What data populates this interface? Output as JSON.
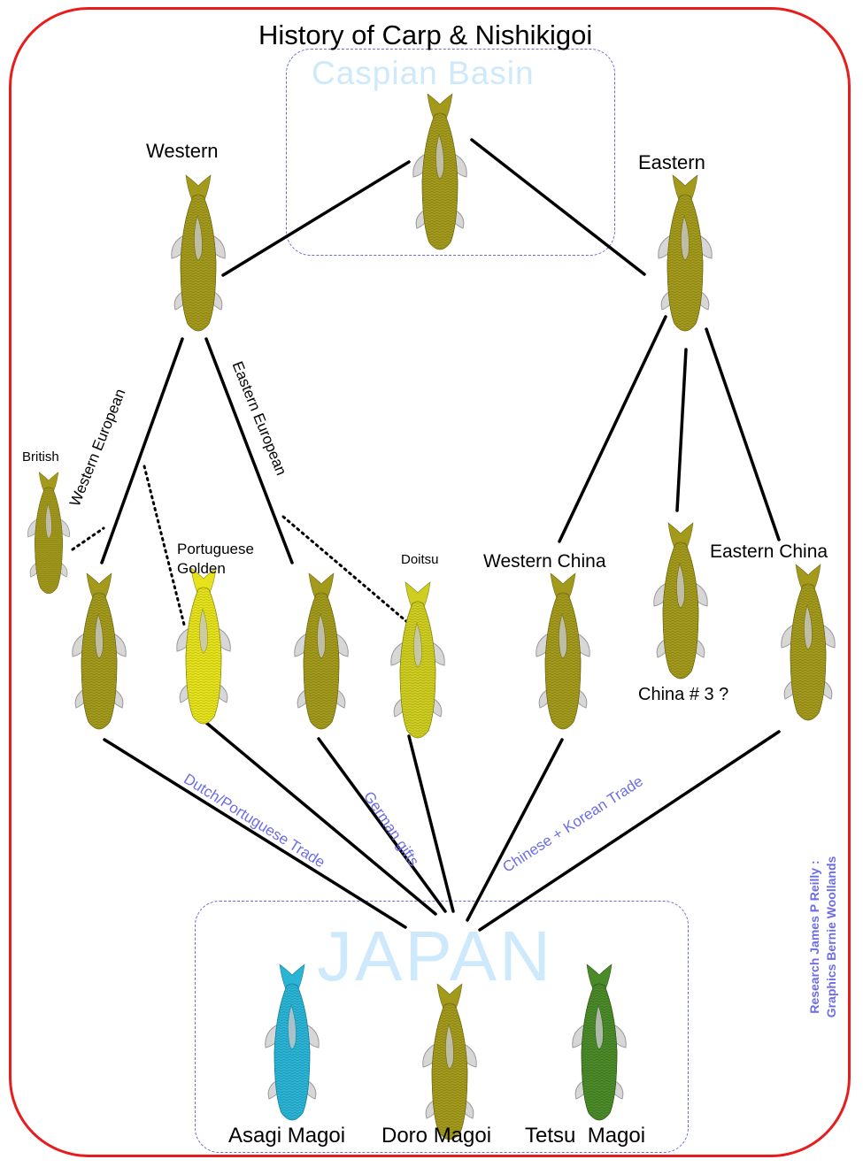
{
  "title": "History of Carp & Nishikigoi",
  "regions": {
    "caspian": "Caspian Basin",
    "japan": "JAPAN"
  },
  "nodes": {
    "western": "Western",
    "eastern": "Eastern",
    "british": "British",
    "portuguese": "Portuguese\nGolden",
    "doitsu": "Doitsu",
    "western_china": "Western China",
    "china3": "China # 3 ?",
    "eastern_china": "Eastern China",
    "asagi": "Asagi Magoi",
    "doro": "Doro Magoi",
    "tetsu": "Tetsu  Magoi"
  },
  "edge_labels": {
    "western_european": "Western European",
    "eastern_european": "Eastern European",
    "dutch": "Dutch/Portuguese Trade",
    "german": "German gifts",
    "chinese": "Chinese + Korean Trade"
  },
  "credits": {
    "line1": "Research James P Reilly :",
    "line2": "Graphics Bernie Woollands"
  },
  "colors": {
    "frame": "#e81c1c",
    "box_border": "#6a6ad8",
    "olive_fish": "#a39a1c",
    "golden_fish": "#e6e31c",
    "doitsu_fish": "#cfce20",
    "asagi_fish": "#2ab4d6",
    "tetsu_fish": "#4a8a28",
    "trade_label": "#6d6de6",
    "ghost_label": "#cde9fb"
  }
}
